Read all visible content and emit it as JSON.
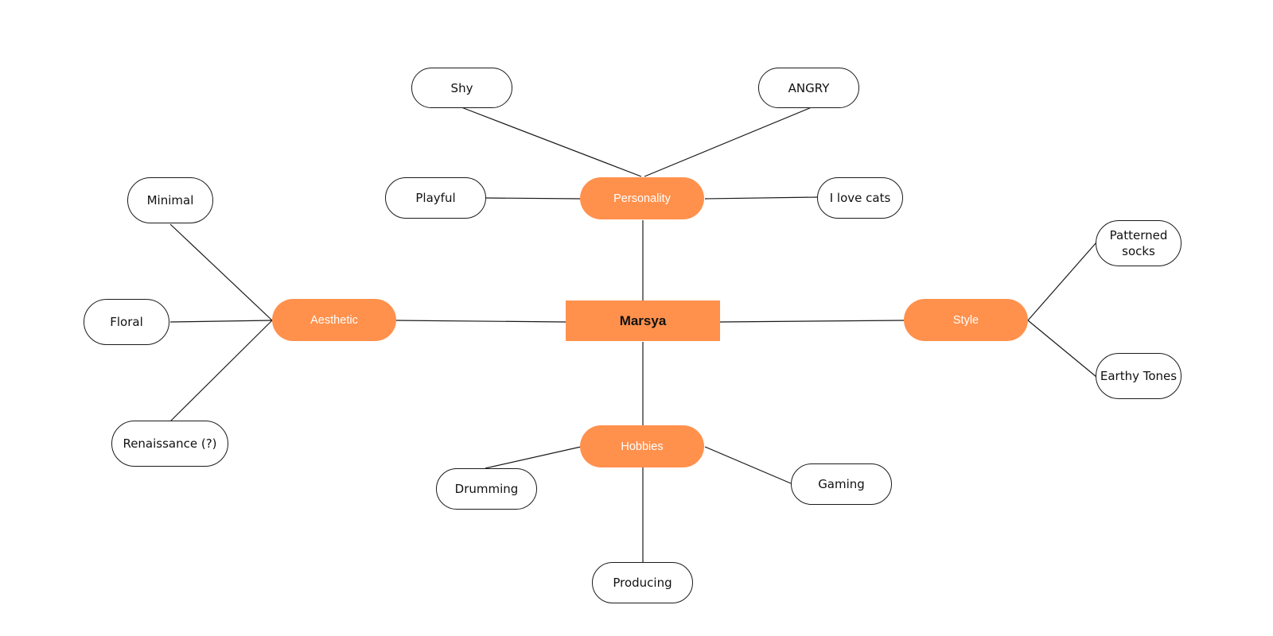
{
  "mindmap": {
    "central": "Marsya",
    "branches": {
      "personality": "Personality",
      "aesthetic": "Aesthetic",
      "style": "Style",
      "hobbies": "Hobbies"
    },
    "leaves": {
      "shy": "Shy",
      "angry": "ANGRY",
      "playful": "Playful",
      "love_cats": "I love cats",
      "minimal": "Minimal",
      "floral": "Floral",
      "renaissance": "Renaissance (?)",
      "patterned_socks": "Patterned socks",
      "earthy_tones": "Earthy Tones",
      "drumming": "Drumming",
      "gaming": "Gaming",
      "producing": "Producing"
    },
    "colors": {
      "accent": "#ff914d",
      "line": "#1a1a1a",
      "background": "#ffffff"
    }
  }
}
